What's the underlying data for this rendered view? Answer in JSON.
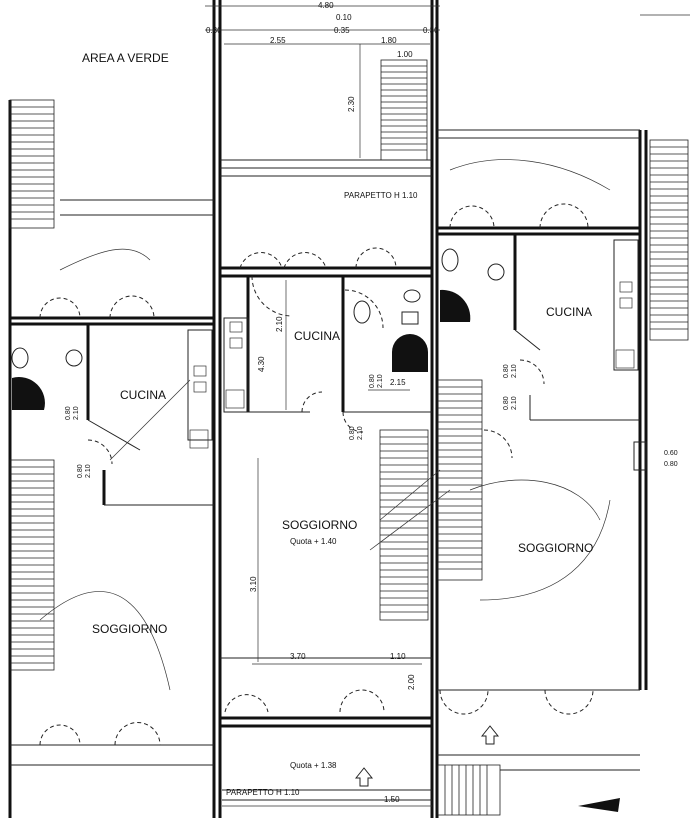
{
  "labels": {
    "area_verde": "AREA A VERDE",
    "cucina_left": "CUCINA",
    "cucina_center": "CUCINA",
    "cucina_right": "CUCINA",
    "soggiorno_left": "SOGGIORNO",
    "soggiorno_center": "SOGGIORNO",
    "soggiorno_right": "SOGGIORNO",
    "quota_center": "Quota + 1.40",
    "quota_bottom": "Quota + 1.38",
    "parapetto_top": "PARAPETTO H 1.10",
    "parapetto_bottom": "PARAPETTO H 1.10"
  },
  "dimensions": {
    "top_total": "4.80",
    "top_010": "0.10",
    "top_030_left": "0.30",
    "top_030_right": "0.30",
    "top_255": "2.55",
    "top_035": "0.35",
    "top_180": "1.80",
    "top_100": "1.00",
    "v_230": "2.30",
    "v_210_cucina": "2.10",
    "v_430": "4.30",
    "v_310": "3.10",
    "v_200": "2.00",
    "h_215": "2.15",
    "h_370": "3.70",
    "h_110": "1.10",
    "h_150": "1.50",
    "win_right": "0.60\n0.80"
  },
  "door_labels": [
    "0.80\n2.10",
    "0.80\n2.10",
    "0.80\n2.10",
    "0.80\n2.10",
    "0.80\n2.10",
    "0.80\n2.10"
  ]
}
